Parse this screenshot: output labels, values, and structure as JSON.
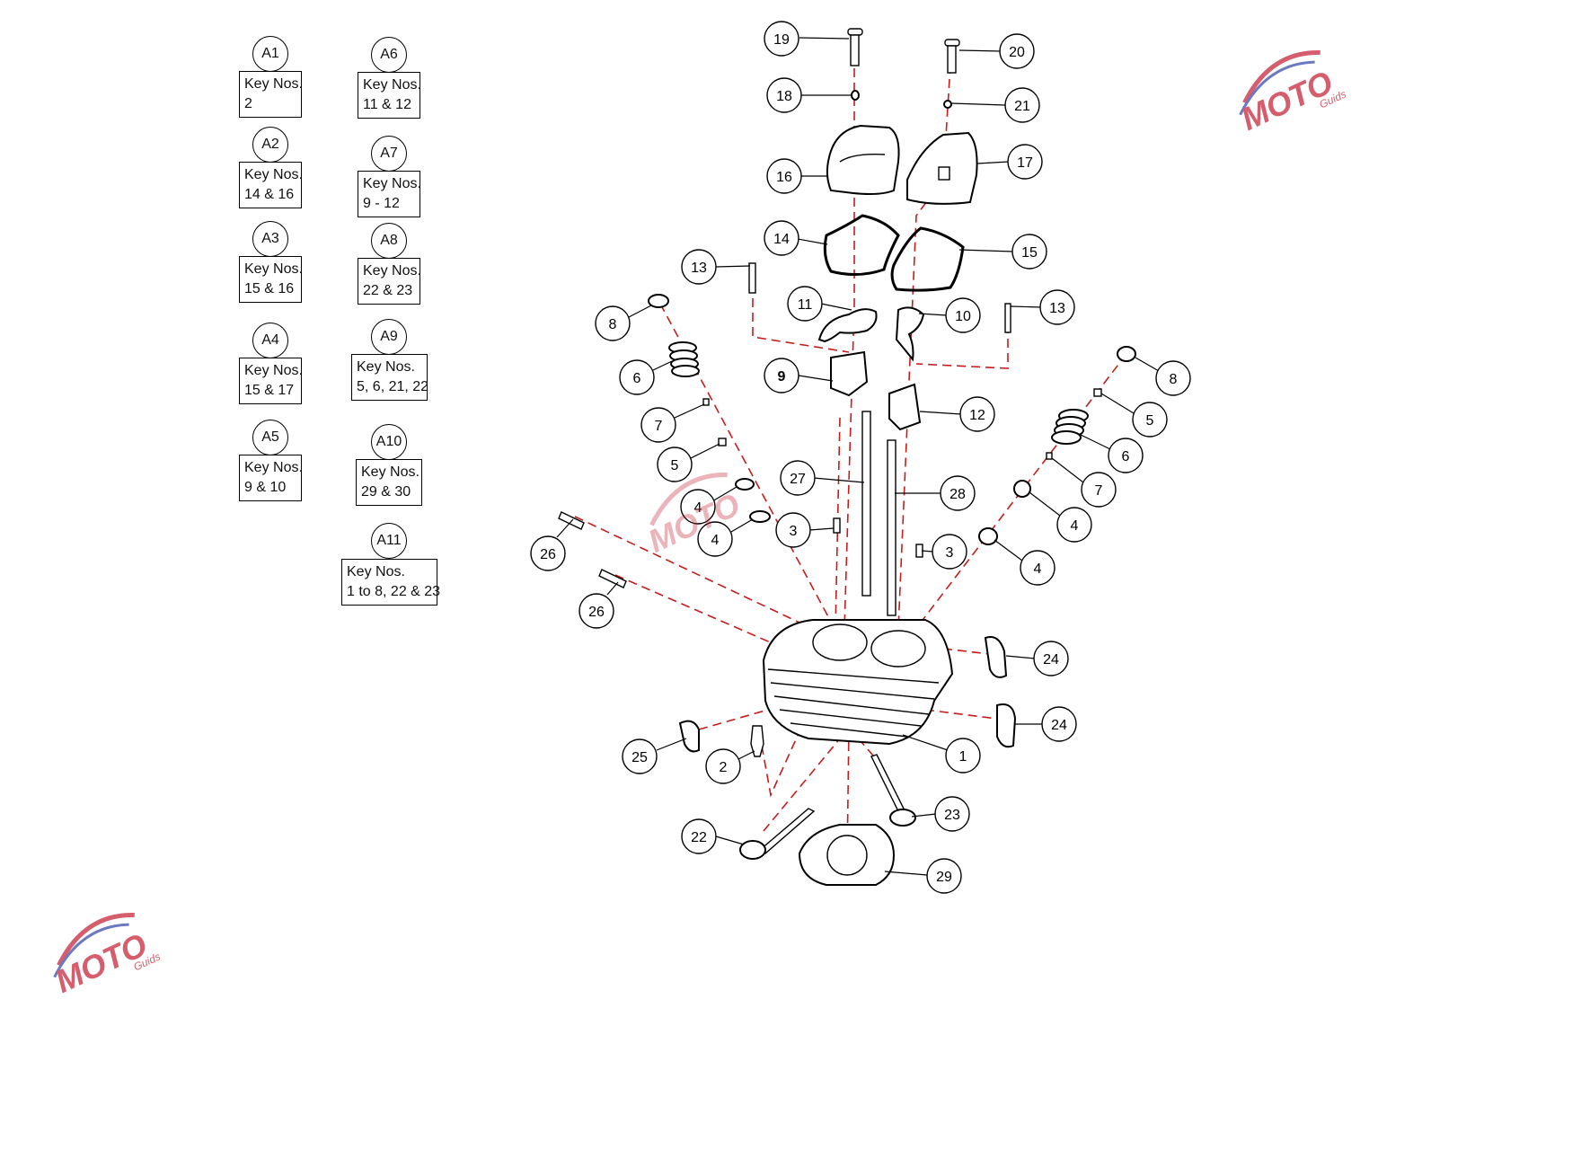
{
  "kits": [
    {
      "id": "A1",
      "line1": "Key Nos.",
      "line2": "2"
    },
    {
      "id": "A2",
      "line1": "Key Nos.",
      "line2": "14 & 16"
    },
    {
      "id": "A3",
      "line1": "Key Nos.",
      "line2": "15 & 16"
    },
    {
      "id": "A4",
      "line1": "Key Nos.",
      "line2": "15 & 17"
    },
    {
      "id": "A5",
      "line1": "Key Nos.",
      "line2": "9 & 10"
    },
    {
      "id": "A6",
      "line1": "Key Nos.",
      "line2": "11 & 12"
    },
    {
      "id": "A7",
      "line1": "Key Nos.",
      "line2": "9 - 12"
    },
    {
      "id": "A8",
      "line1": "Key Nos.",
      "line2": "22 & 23"
    },
    {
      "id": "A9",
      "line1": "Key Nos.",
      "line2": "5, 6, 21, 22"
    },
    {
      "id": "A10",
      "line1": "Key Nos.",
      "line2": "29 & 30"
    },
    {
      "id": "A11",
      "line1": "Key Nos.",
      "line2": "1 to 8, 22 & 23"
    }
  ],
  "callouts": [
    "19",
    "20",
    "18",
    "21",
    "16",
    "17",
    "14",
    "15",
    "13",
    "13",
    "8",
    "11",
    "10",
    "6",
    "9",
    "7",
    "12",
    "8",
    "5",
    "5",
    "6",
    "27",
    "28",
    "7",
    "4",
    "4",
    "3",
    "3",
    "4",
    "4",
    "26",
    "26",
    "24",
    "24",
    "25",
    "2",
    "1",
    "23",
    "22",
    "29"
  ],
  "watermark": {
    "line1": "MOTO",
    "line2": "Guids"
  },
  "colors": {
    "axis": "#c81c1c",
    "line": "#000000",
    "watermark": "#c8283c"
  }
}
